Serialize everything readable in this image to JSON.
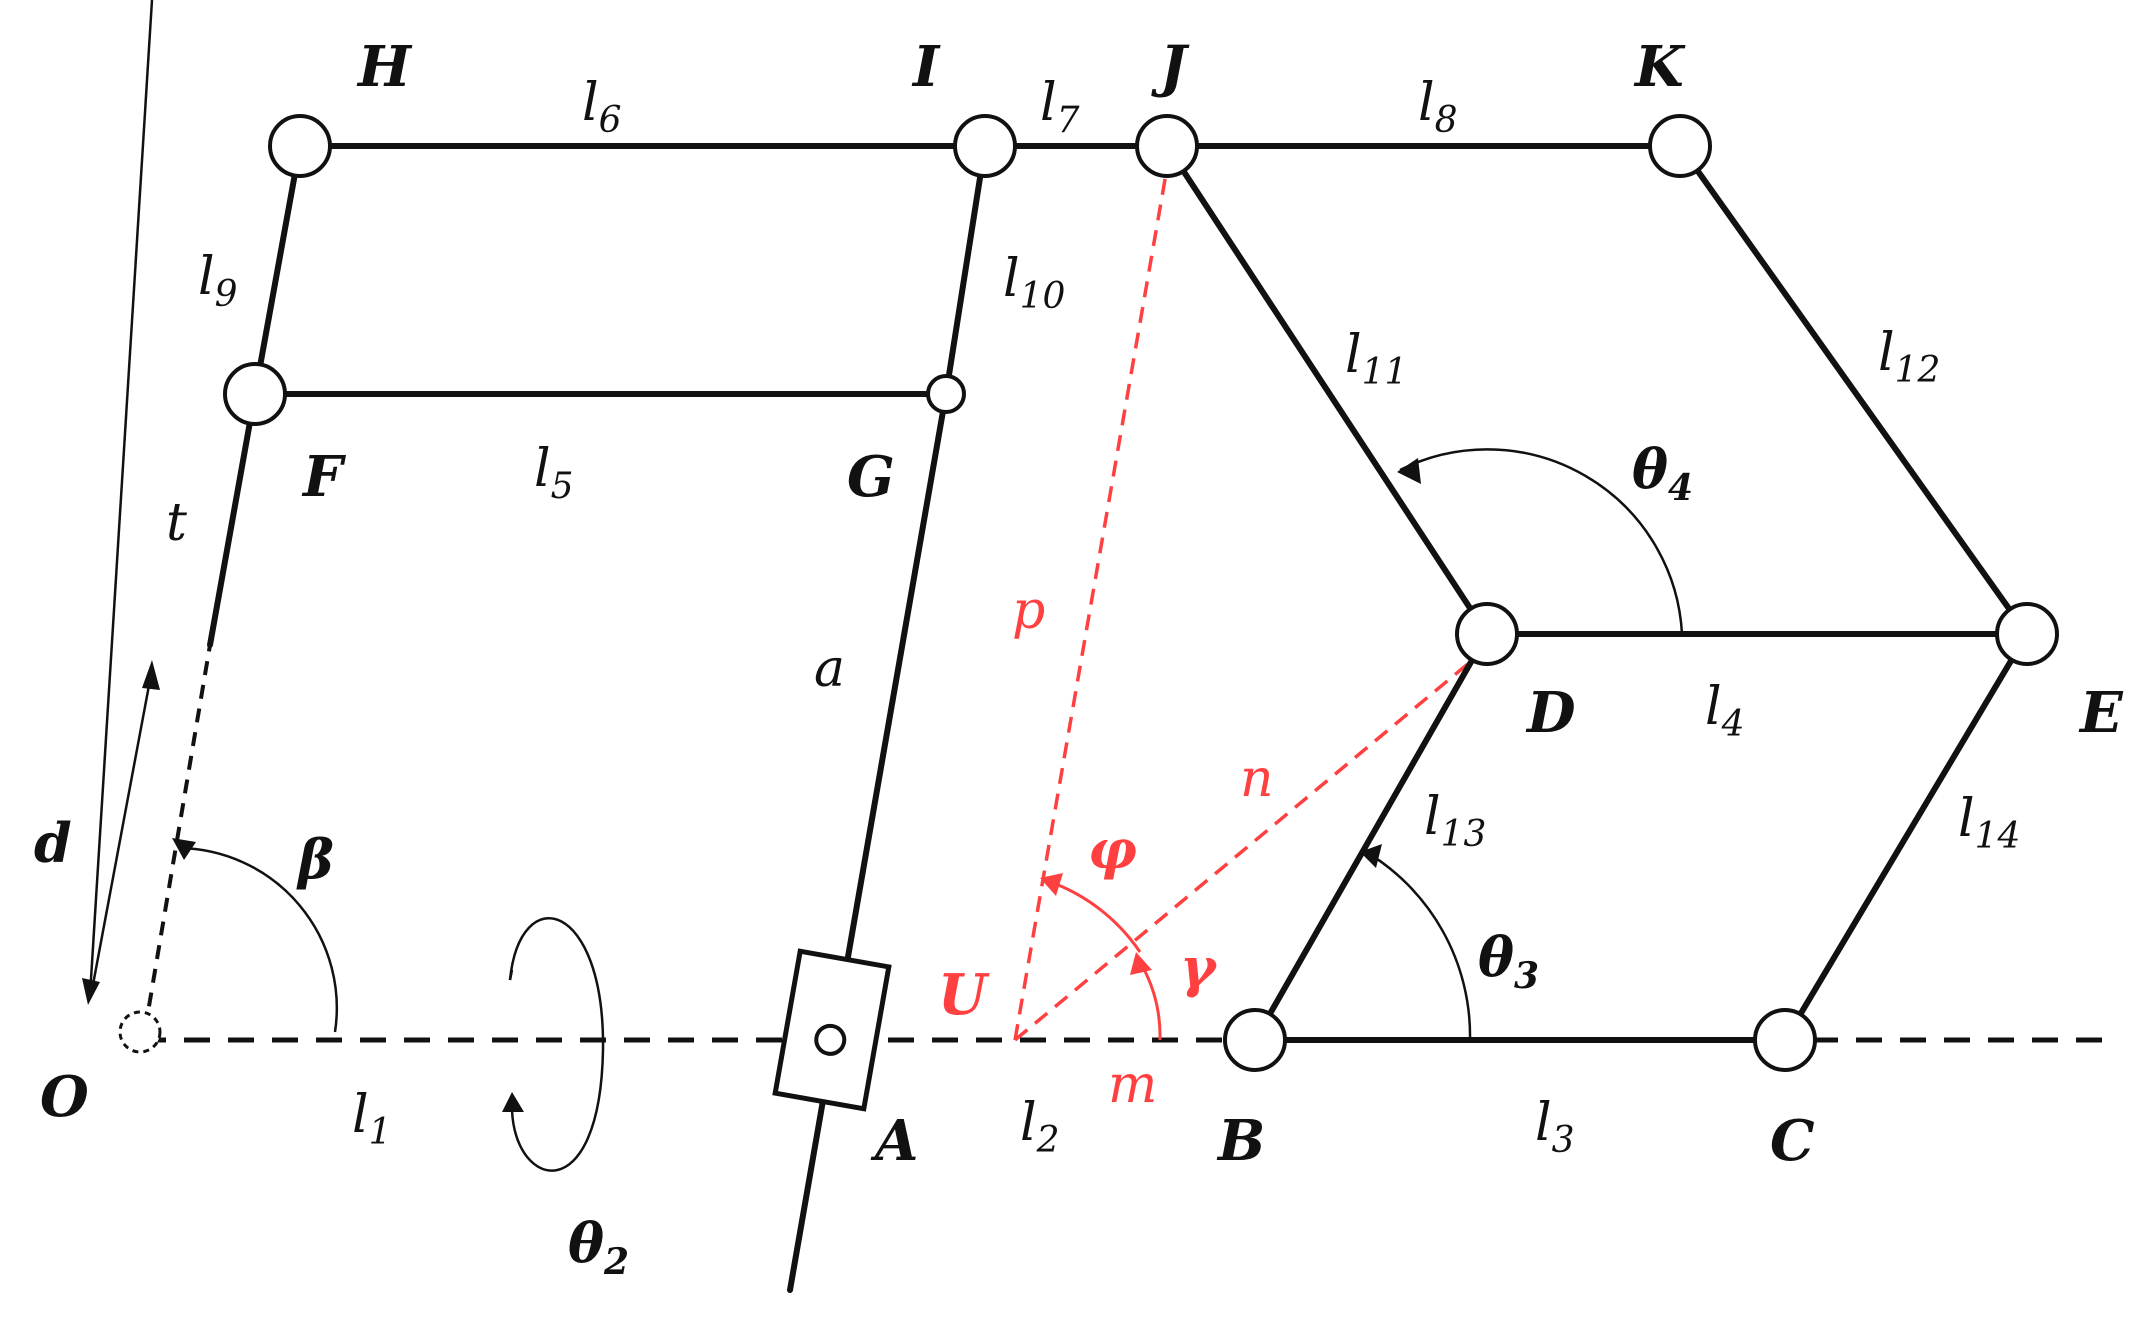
{
  "points": {
    "O": "O",
    "A": "A",
    "B": "B",
    "C": "C",
    "D": "D",
    "E": "E",
    "F": "F",
    "G": "G",
    "H": "H",
    "I": "I",
    "J": "J",
    "K": "K",
    "U": "U"
  },
  "links": {
    "l1": {
      "base": "l",
      "sub": "1"
    },
    "l2": {
      "base": "l",
      "sub": "2"
    },
    "l3": {
      "base": "l",
      "sub": "3"
    },
    "l4": {
      "base": "l",
      "sub": "4"
    },
    "l5": {
      "base": "l",
      "sub": "5"
    },
    "l6": {
      "base": "l",
      "sub": "6"
    },
    "l7": {
      "base": "l",
      "sub": "7"
    },
    "l8": {
      "base": "l",
      "sub": "8"
    },
    "l9": {
      "base": "l",
      "sub": "9"
    },
    "l10": {
      "base": "l",
      "sub": "10"
    },
    "l11": {
      "base": "l",
      "sub": "11"
    },
    "l12": {
      "base": "l",
      "sub": "12"
    },
    "l13": {
      "base": "l",
      "sub": "13"
    },
    "l14": {
      "base": "l",
      "sub": "14"
    }
  },
  "variables": {
    "t": "t",
    "a": "a",
    "d": "d",
    "p": "p",
    "n": "n",
    "m": "m"
  },
  "angles": {
    "beta": {
      "base": "β",
      "sub": ""
    },
    "phi": {
      "base": "φ",
      "sub": ""
    },
    "gamma": {
      "base": "γ",
      "sub": ""
    },
    "theta2": {
      "base": "θ",
      "sub": "2"
    },
    "theta3": {
      "base": "θ",
      "sub": "3"
    },
    "theta4": {
      "base": "θ",
      "sub": "4"
    }
  },
  "colors": {
    "mechanism": "#111111",
    "construction": "#ff4040"
  }
}
